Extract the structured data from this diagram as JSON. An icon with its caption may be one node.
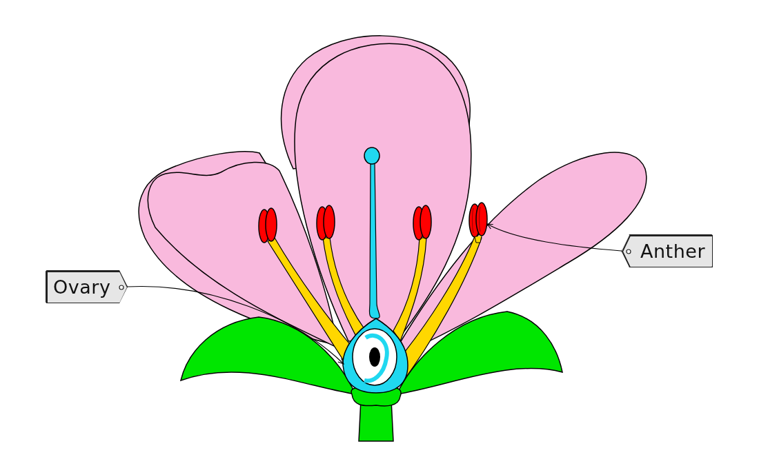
{
  "diagram": {
    "nodes": [
      {
        "text": [
          "Ovary"
        ]
      },
      {
        "text": [],
        "shape": "picture"
      },
      {
        "text": [
          "Anther"
        ]
      },
      {
        "text": [],
        "shape": "picture"
      }
    ],
    "edges": [
      {
        "from": 0,
        "to": 1,
        "arrow": "to"
      },
      {
        "from": 2,
        "to": 3,
        "arrow": "to"
      }
    ]
  }
}
